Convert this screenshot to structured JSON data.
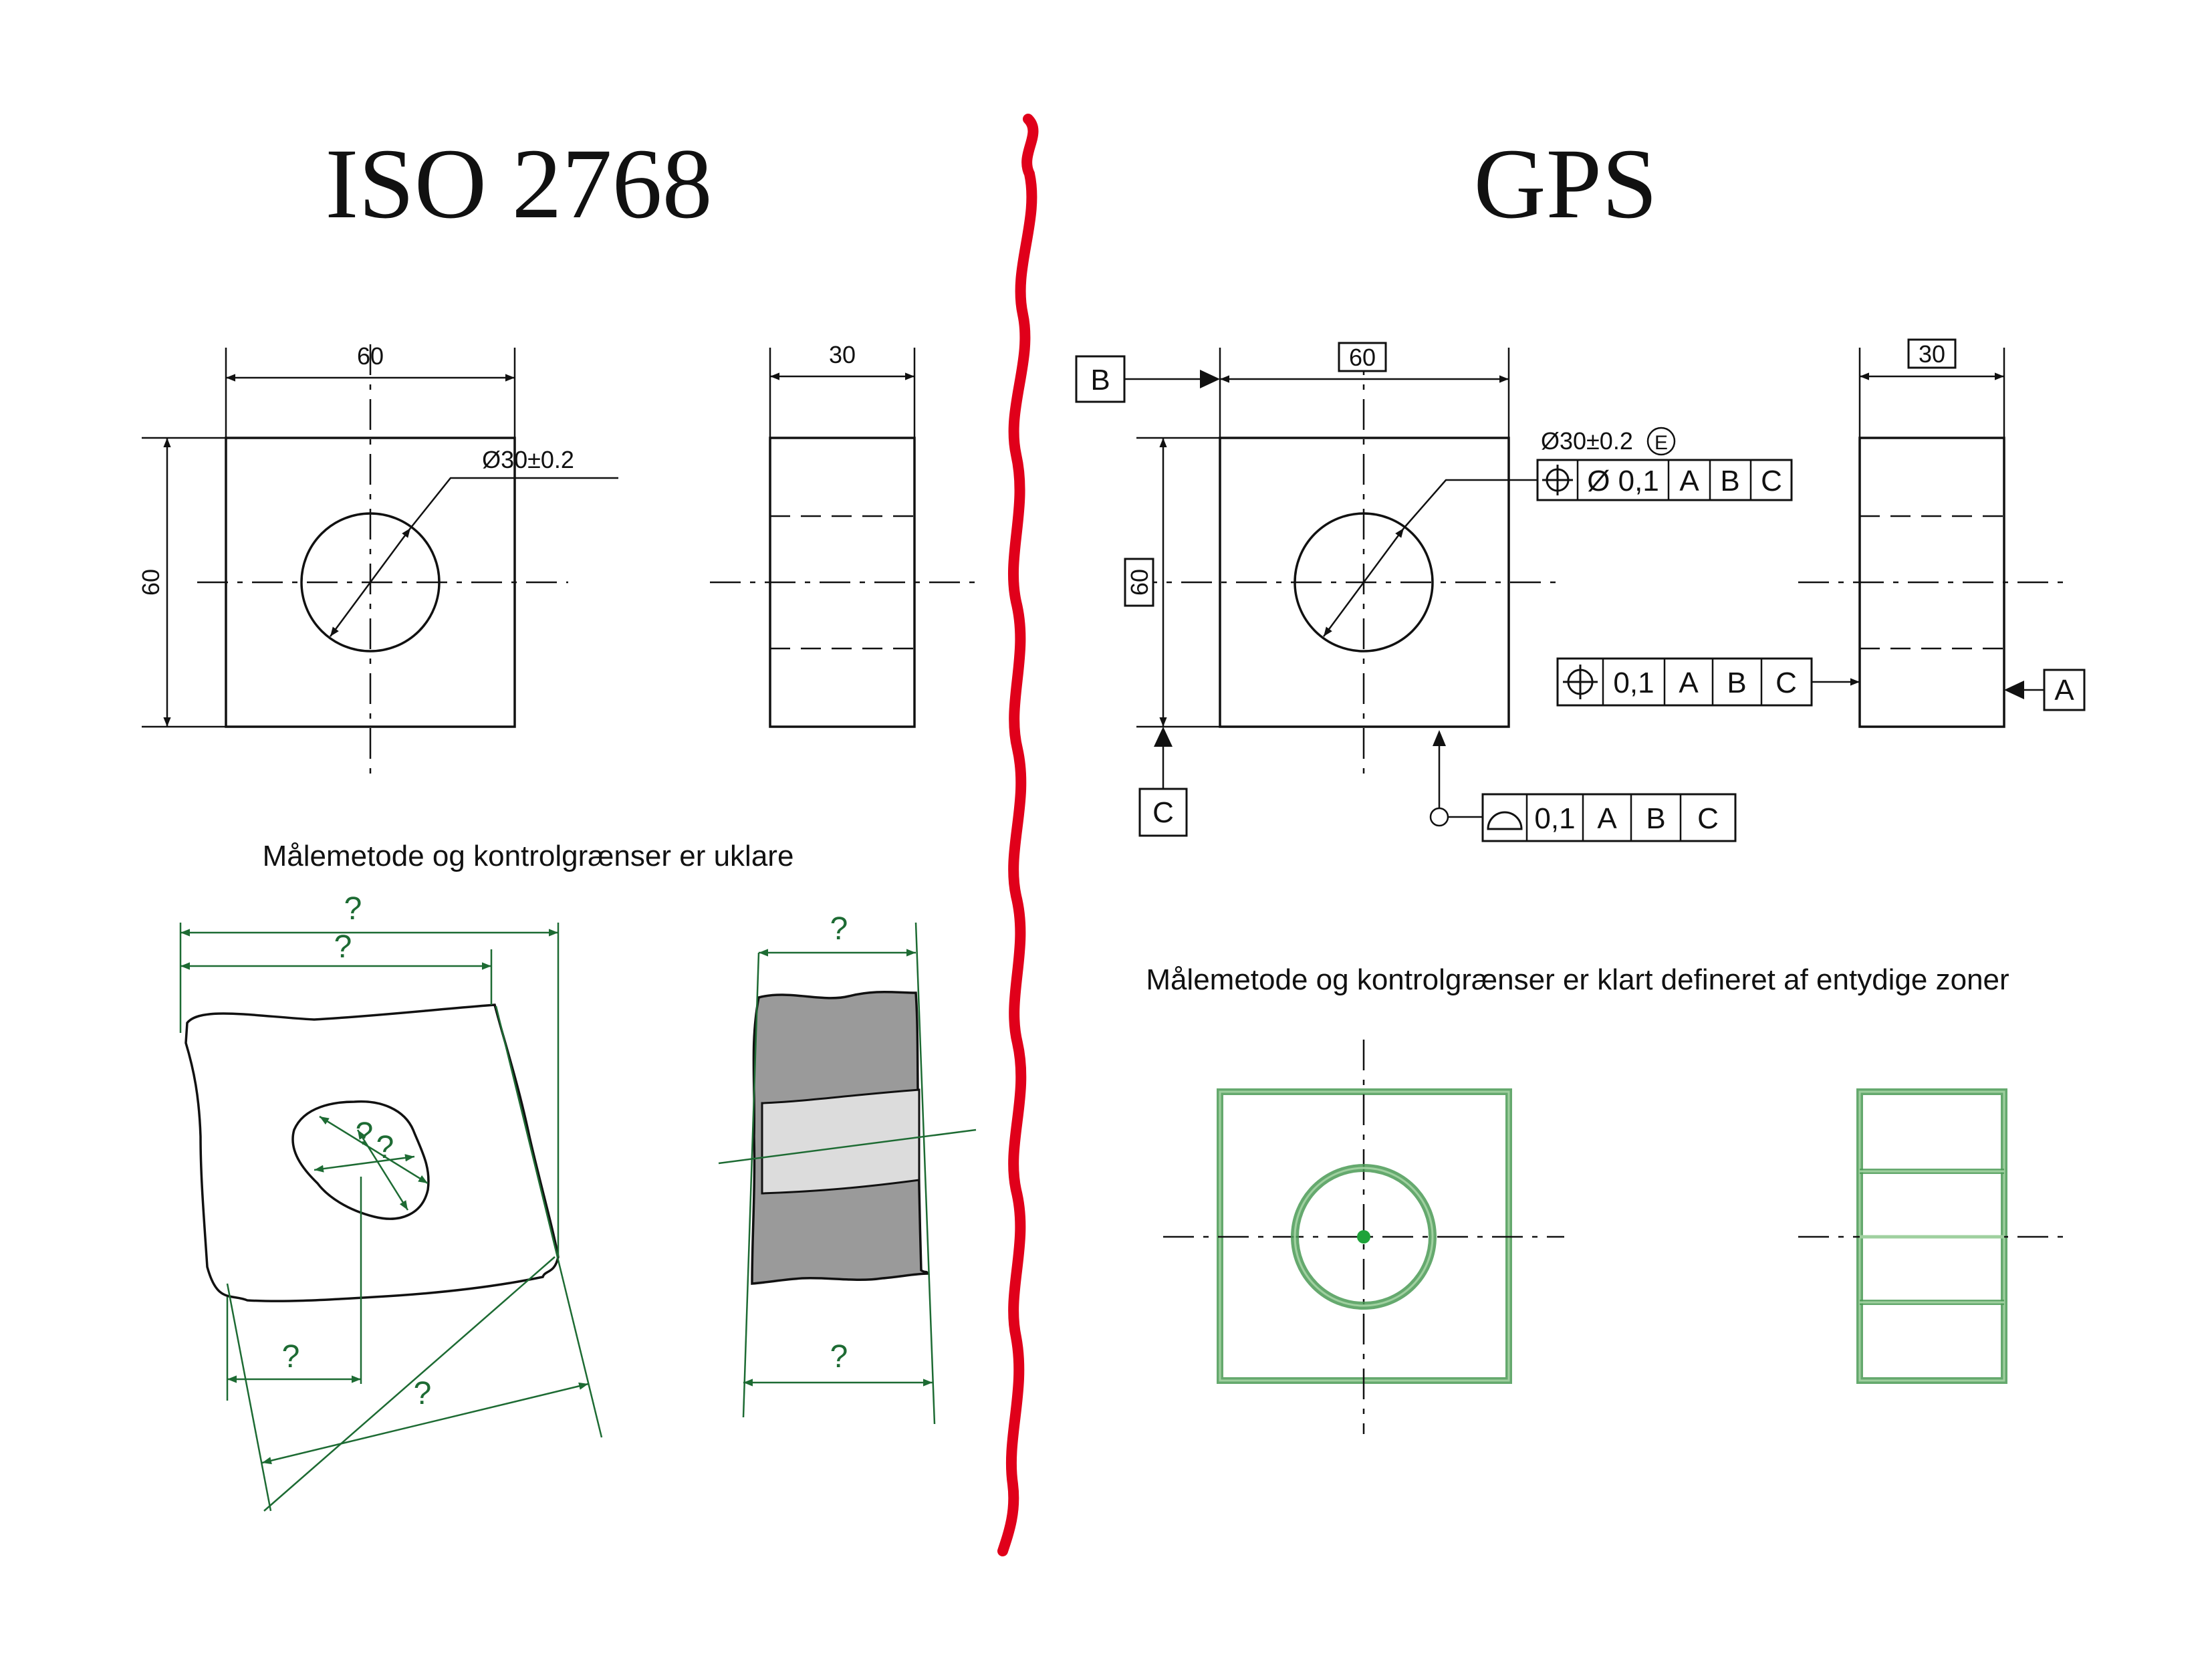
{
  "titles": {
    "left": "ISO 2768",
    "right": "GPS"
  },
  "captions": {
    "left": "Målemetode og kontrolgrænser er uklare",
    "right": "Målemetode og kontrolgrænser er klart defineret af entydige zoner"
  },
  "iso_drawing": {
    "width_dim": "60",
    "height_dim": "60",
    "depth_dim": "30",
    "hole_dim": "Ø30±0.2"
  },
  "gps_drawing": {
    "width_dim": "60",
    "height_dim": "60",
    "depth_dim": "30",
    "hole_dim": "Ø30±0.2",
    "envelope_symbol": "E",
    "datums": {
      "b": "B",
      "c": "C",
      "a": "A"
    },
    "hole_fcf": {
      "tolerance": "Ø 0,1",
      "datum1": "A",
      "datum2": "B",
      "datum3": "C"
    },
    "side_fcf": {
      "tolerance": "0,1",
      "datum1": "A",
      "datum2": "B",
      "datum3": "C"
    },
    "profile_fcf": {
      "tolerance": "0,1",
      "datum1": "A",
      "datum2": "B",
      "datum3": "C"
    }
  },
  "question_marks": {
    "q1": "?",
    "q2": "?",
    "q3": "?",
    "q4": "?",
    "q5": "?",
    "q6": "?",
    "q7": "?",
    "q8": "?"
  },
  "colors": {
    "divider": "#e0001a",
    "annotation_green": "#1d6b33",
    "zone_green": "#4a9a55",
    "shade_dark": "#9a9a9a",
    "shade_light": "#dcdcdc"
  }
}
